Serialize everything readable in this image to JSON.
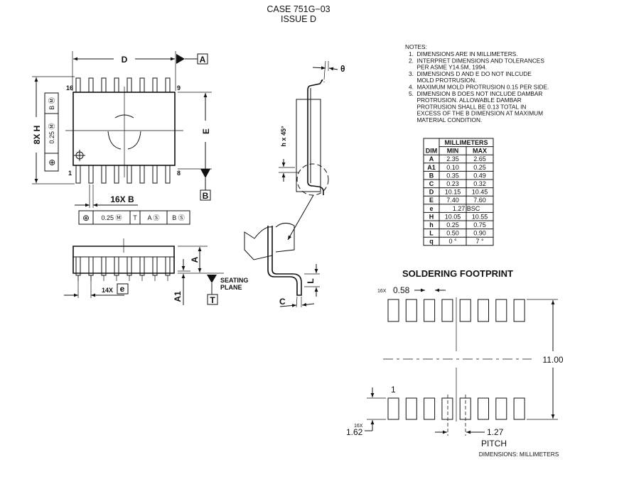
{
  "header": {
    "case": "CASE 751G−03",
    "issue": "ISSUE D"
  },
  "top_view": {
    "dim_D": "D",
    "dim_E": "E",
    "dim_H": "8X H",
    "datum_A": "A",
    "datum_B": "B",
    "pin_16": "16",
    "pin_9": "9",
    "pin_1": "1",
    "pin_8": "8",
    "dim_B": "16X B",
    "fcf_vertical": [
      "⊕",
      "0.25 Ⓜ",
      "B Ⓜ"
    ],
    "fcf_bottom": [
      "⊕",
      "0.25 Ⓜ",
      "T",
      "A Ⓢ",
      "B Ⓢ"
    ]
  },
  "side_view": {
    "dim_A": "A",
    "dim_A1": "A1",
    "dim_e": "14X",
    "e_box": "e",
    "seating_plane": [
      "SEATING",
      "PLANE"
    ],
    "datum_T": "T"
  },
  "end_view": {
    "theta": "θ",
    "chamfer": "h x 45°",
    "dim_L": "L",
    "dim_C": "C"
  },
  "notes": {
    "title": "NOTES:",
    "lines": [
      "1.  DIMENSIONS ARE IN MILLIMETERS.",
      "2.  INTERPRET DIMENSIONS AND TOLERANCES",
      "     PER ASME Y14.5M, 1994.",
      "3.  DIMENSIONS D AND E DO NOT INLCUDE",
      "     MOLD PROTRUSION.",
      "4.  MAXIMUM MOLD PROTRUSION 0.15 PER SIDE.",
      "5.  DIMENSION B DOES NOT INCLUDE DAMBAR",
      "     PROTRUSION. ALLOWABLE DAMBAR",
      "     PROTRUSION SHALL BE 0.13 TOTAL IN",
      "     EXCESS OF THE B DIMENSION AT MAXIMUM",
      "     MATERIAL CONDITION."
    ]
  },
  "dim_table": {
    "group_header": "MILLIMETERS",
    "columns": [
      "DIM",
      "MIN",
      "MAX"
    ],
    "rows": [
      [
        "A",
        "2.35",
        "2.65"
      ],
      [
        "A1",
        "0.10",
        "0.25"
      ],
      [
        "B",
        "0.35",
        "0.49"
      ],
      [
        "C",
        "0.23",
        "0.32"
      ],
      [
        "D",
        "10.15",
        "10.45"
      ],
      [
        "E",
        "7.40",
        "7.60"
      ],
      [
        "e",
        "1.27 BSC",
        ""
      ],
      [
        "H",
        "10.05",
        "10.55"
      ],
      [
        "h",
        "0.25",
        "0.75"
      ],
      [
        "L",
        "0.50",
        "0.90"
      ],
      [
        "q",
        "0 °",
        "7 °"
      ]
    ]
  },
  "footprint": {
    "title": "SOLDERING FOOTPRINT",
    "pad_width_prefix": "16X",
    "pad_width": "0.58",
    "pad_height_prefix": "16X",
    "pad_height": "1.62",
    "row_span": "11.00",
    "pin1": "1",
    "pitch_value": "1.27",
    "pitch_label": "PITCH",
    "units": "DIMENSIONS: MILLIMETERS"
  }
}
